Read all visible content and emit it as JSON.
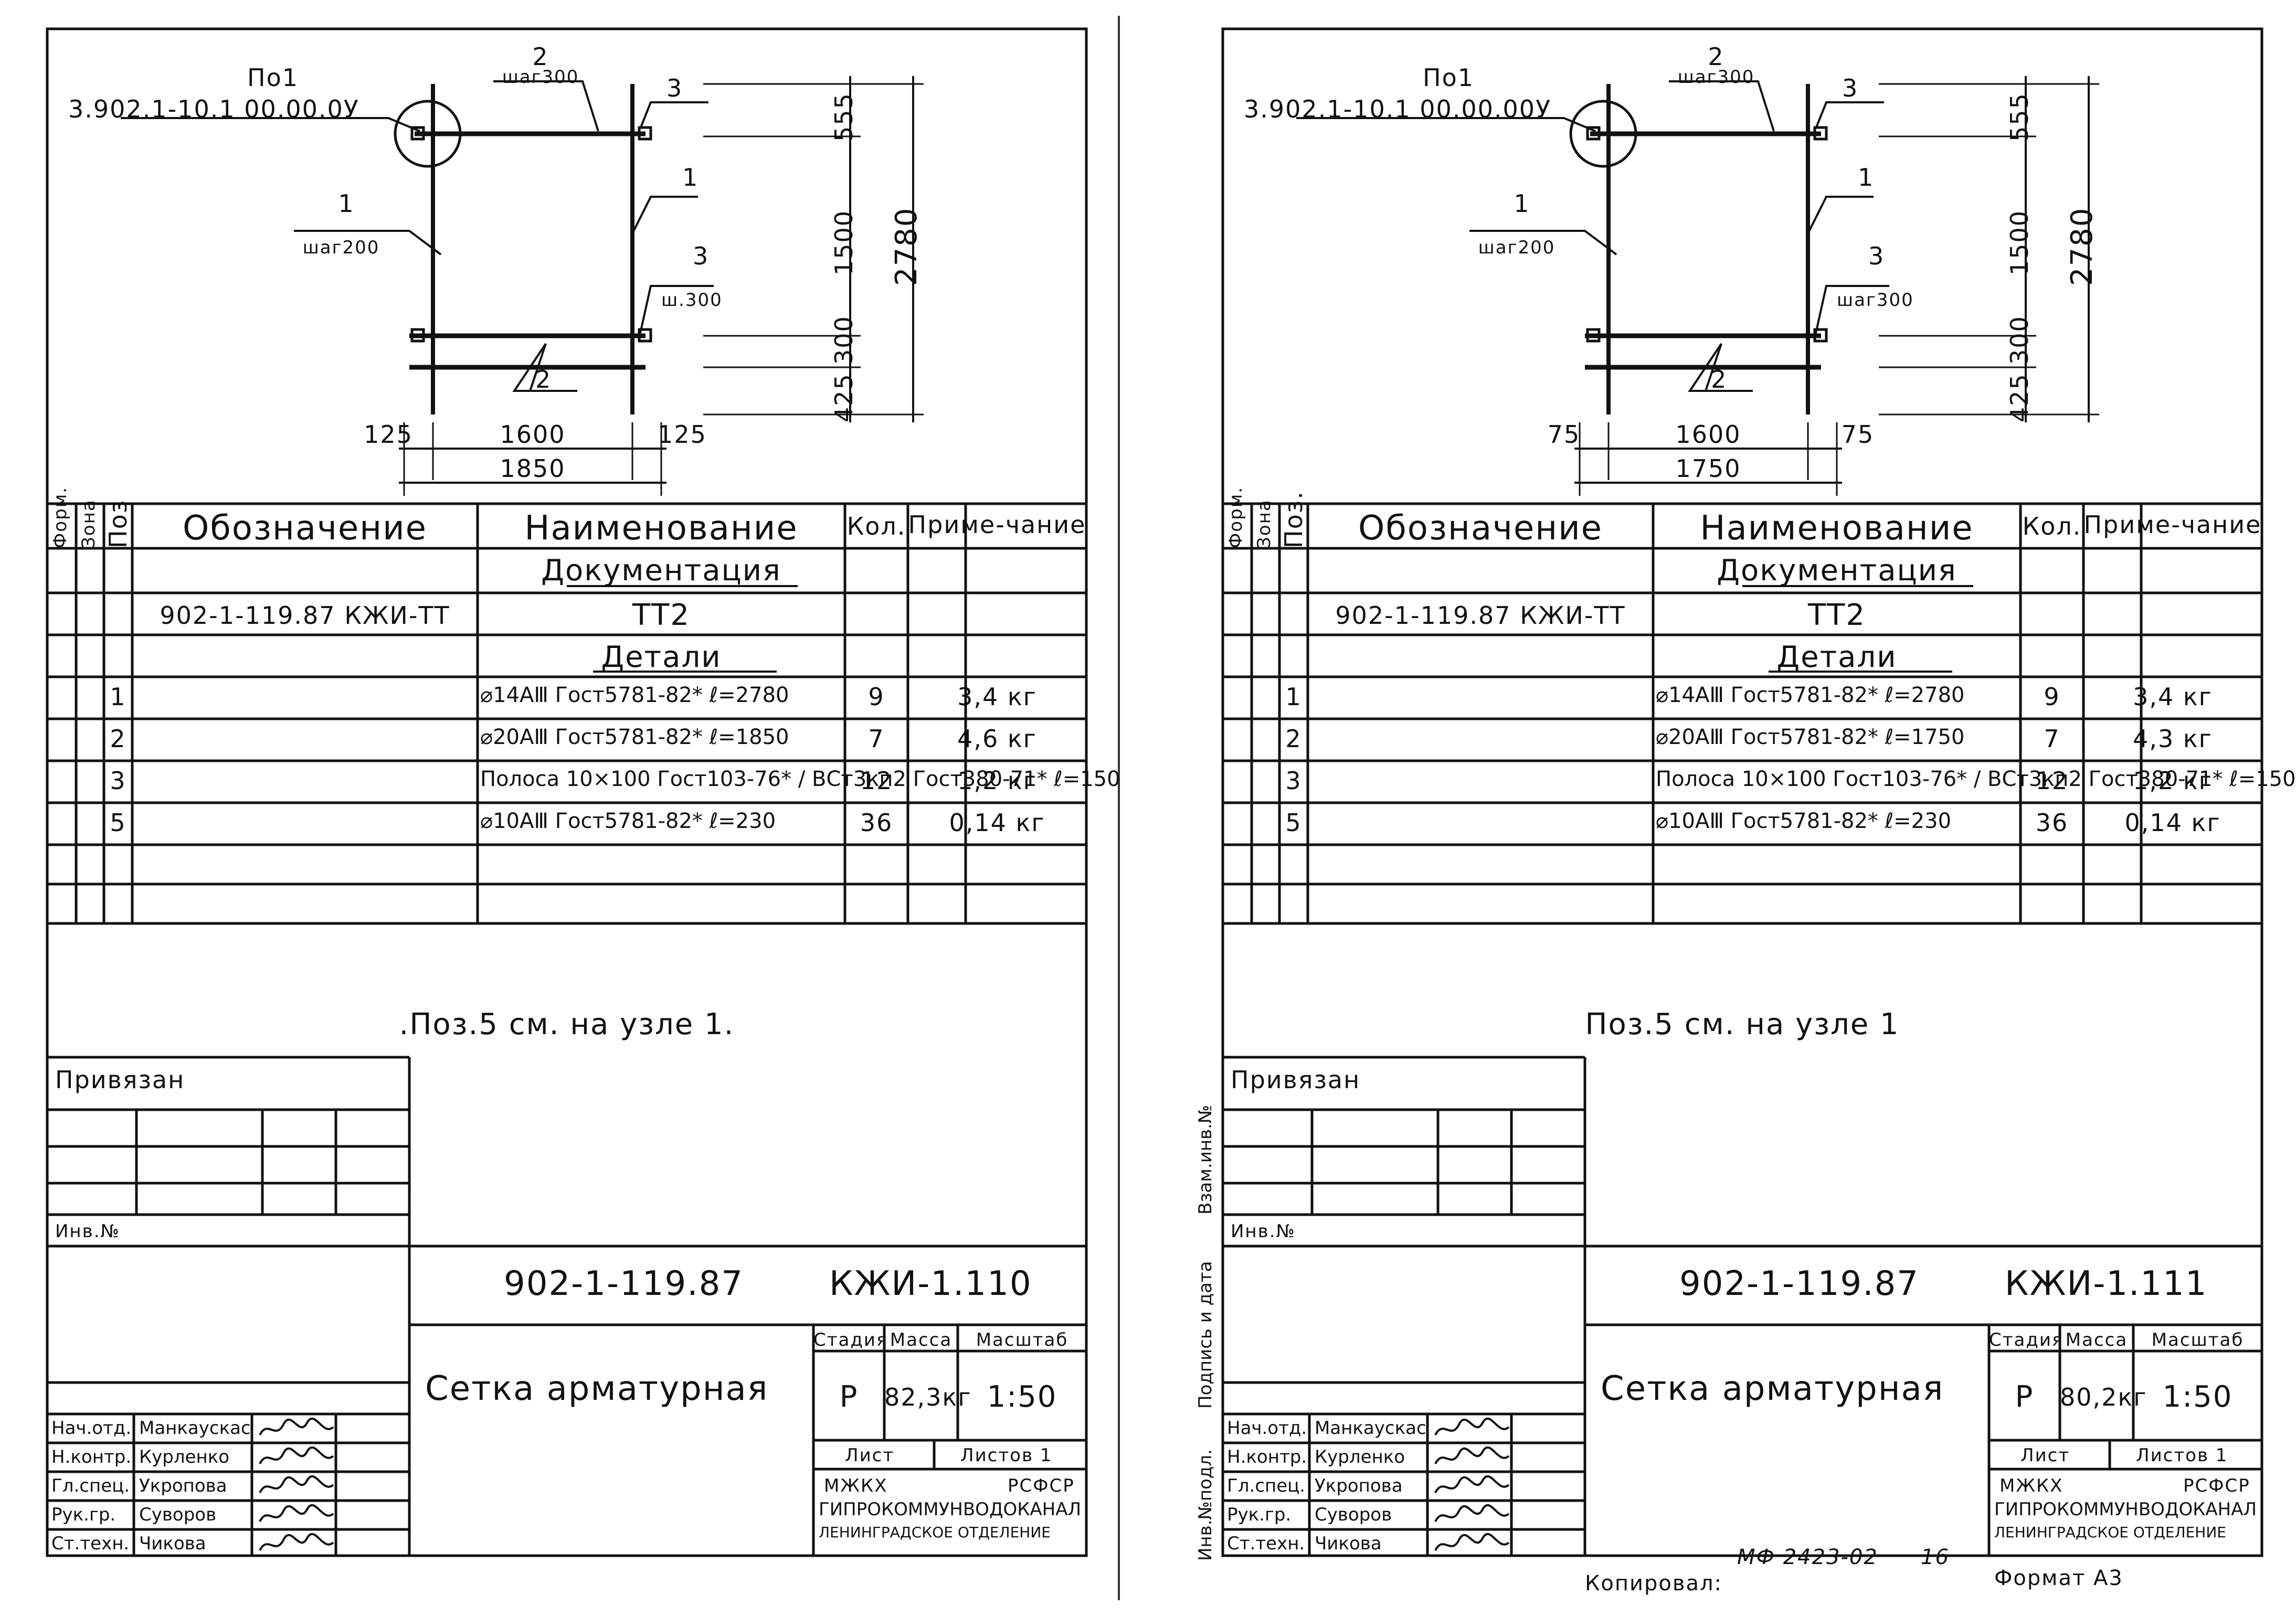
{
  "sheets": [
    {
      "drawing": {
        "node_label": "По1",
        "node_ref": "3.902.1-10.1 00.00.0У",
        "pos2_top": "2",
        "pos2_top_step": "шаг300",
        "pos3_top": "3",
        "pos1_left": "1",
        "pos1_left_step": "шаг200",
        "pos1_right": "1",
        "pos3_right": "3",
        "pos3_right_step": "ш.300",
        "pos2_bottom": "2",
        "dim_555": "555",
        "dim_1500": "1500",
        "dim_300": "300",
        "dim_425": "425",
        "dim_2780": "2780",
        "dim_left": "125",
        "dim_1600": "1600",
        "dim_right": "125",
        "dim_total": "1850"
      },
      "spec": {
        "headers": {
          "form": "Форм.",
          "zone": "Зона",
          "pos": "Поз",
          "designation": "Обозначение",
          "name": "Наименование",
          "qty": "Кол.",
          "note": "Приме-чание"
        },
        "section_docs": "Документация",
        "doc_designation": "902-1-119.87 КЖИ-ТТ",
        "doc_name": "ТТ2",
        "section_parts": "Детали",
        "rows": [
          {
            "pos": "1",
            "name": "⌀14АⅢ Гост5781-82* ℓ=2780",
            "qty": "9",
            "note": "3,4 кг"
          },
          {
            "pos": "2",
            "name": "⌀20АⅢ Гост5781-82* ℓ=1850",
            "qty": "7",
            "note": "4,6 кг"
          },
          {
            "pos": "3",
            "name": "Полоса 10×100 Гост103-76* / ВСт3кп2 Гост380-71* ℓ=150",
            "qty": "12",
            "note": "1,2 кг"
          },
          {
            "pos": "5",
            "name": "⌀10АⅢ Гост5781-82* ℓ=230",
            "qty": "36",
            "note": "0,14 кг"
          }
        ]
      },
      "note": ".Поз.5 см. на узле 1.",
      "stamp": {
        "privyazan": "Привязан",
        "inv_no": "Инв.№",
        "code": "902-1-119.87",
        "mark": "КЖИ-1.110",
        "title": "Сетка арматурная",
        "stage_h": "Стадия",
        "mass_h": "Масса",
        "scale_h": "Масштаб",
        "stage": "Р",
        "mass": "82,3кг",
        "scale": "1:50",
        "sheet_h": "Лист",
        "sheets_h": "Листов 1",
        "org1": "МЖКХ",
        "org2": "РСФСР",
        "org3": "ГИПРОКОММУНВОДОКАНАЛ",
        "org4": "ЛЕНИНГРАДСКОЕ ОТДЕЛЕНИЕ",
        "roles": [
          "Нач.отд.",
          "Н.контр.",
          "Гл.спец.",
          "Рук.гр.",
          "Ст.техн."
        ],
        "names": [
          "Манкаускас",
          "Курленко",
          "Укропова",
          "Суворов",
          "Чикова"
        ]
      },
      "side_labels": []
    },
    {
      "drawing": {
        "node_label": "По1",
        "node_ref": "3.902.1-10.1 00.00.00У",
        "pos2_top": "2",
        "pos2_top_step": "шаг300",
        "pos3_top": "3",
        "pos1_left": "1",
        "pos1_left_step": "шаг200",
        "pos1_right": "1",
        "pos3_right": "3",
        "pos3_right_step": "шаг300",
        "pos2_bottom": "2",
        "dim_555": "555",
        "dim_1500": "1500",
        "dim_300": "300",
        "dim_425": "425",
        "dim_2780": "2780",
        "dim_left": "75",
        "dim_1600": "1600",
        "dim_right": "75",
        "dim_total": "1750"
      },
      "spec": {
        "headers": {
          "form": "Форм.",
          "zone": "Зона",
          "pos": "Поз.",
          "designation": "Обозначение",
          "name": "Наименование",
          "qty": "Кол.",
          "note": "Приме-чание"
        },
        "section_docs": "Документация",
        "doc_designation": "902-1-119.87 КЖИ-ТТ",
        "doc_name": "ТТ2",
        "section_parts": "Детали",
        "rows": [
          {
            "pos": "1",
            "name": "⌀14АⅢ Гост5781-82* ℓ=2780",
            "qty": "9",
            "note": "3,4 кг"
          },
          {
            "pos": "2",
            "name": "⌀20АⅢ Гост5781-82* ℓ=1750",
            "qty": "7",
            "note": "4,3 кг"
          },
          {
            "pos": "3",
            "name": "Полоса 10×100 Гост103-76* / ВСт3кп2 Гост380-71* ℓ=150",
            "qty": "12",
            "note": "1,2 кг"
          },
          {
            "pos": "5",
            "name": "⌀10АⅢ Гост5781-82* ℓ=230",
            "qty": "36",
            "note": "0,14 кг"
          }
        ]
      },
      "note": "Поз.5 см. на узле 1",
      "stamp": {
        "privyazan": "Привязан",
        "inv_no": "Инв.№",
        "code": "902-1-119.87",
        "mark": "КЖИ-1.111",
        "title": "Сетка арматурная",
        "stage_h": "Стадия",
        "mass_h": "Масса",
        "scale_h": "Масштаб",
        "stage": "Р",
        "mass": "80,2кг",
        "scale": "1:50",
        "sheet_h": "Лист",
        "sheets_h": "Листов 1",
        "org1": "МЖКХ",
        "org2": "РСФСР",
        "org3": "ГИПРОКОММУНВОДОКАНАЛ",
        "org4": "ЛЕНИНГРАДСКОЕ ОТДЕЛЕНИЕ",
        "roles": [
          "Нач.отд.",
          "Н.контр.",
          "Гл.спец.",
          "Рук.гр.",
          "Ст.техн."
        ],
        "names": [
          "Манкаускас",
          "Курленко",
          "Укропова",
          "Суворов",
          "Чикова"
        ]
      },
      "side_labels": [
        "Взам.инв.№",
        "Подпись и дата",
        "Инв.№подл."
      ]
    }
  ],
  "footer": {
    "ref": "МФ 2423-02",
    "page": "16",
    "copied": "Копировал:",
    "format": "Формат А3"
  }
}
